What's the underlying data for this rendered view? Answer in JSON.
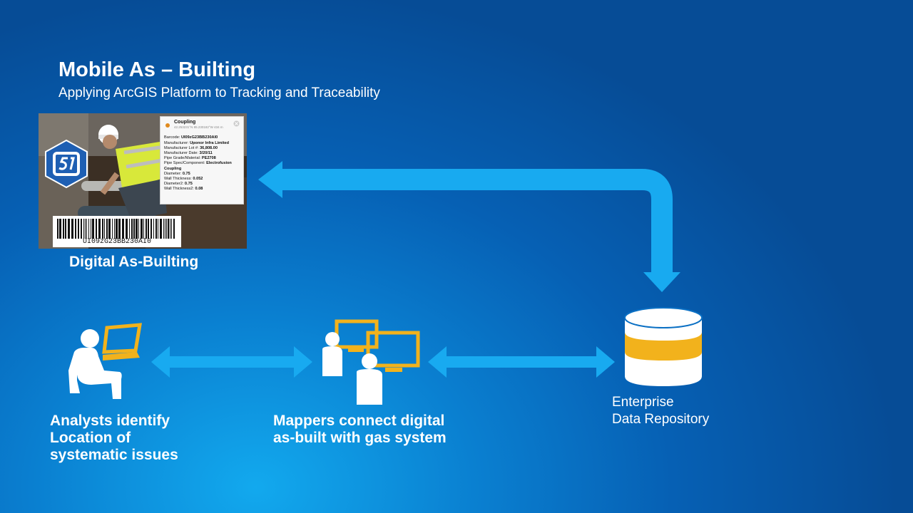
{
  "slide": {
    "title": "Mobile As – Builting",
    "subtitle": "Applying ArcGIS Platform to Tracking and Traceability"
  },
  "photo": {
    "caption": "Digital As-Builting",
    "popup": {
      "title": "Coupling",
      "coords": "42.253231°N 85.230182°W",
      "accuracy": "434 m",
      "rows": [
        {
          "k": "Barcode:",
          "v": "UI09zG23BB230AI0"
        },
        {
          "k": "Manufacturer:",
          "v": "Uponor Infra Limited"
        },
        {
          "k": "Manufacturer Lot #:",
          "v": "36,808.00"
        },
        {
          "k": "Manufacturer Date:",
          "v": "3/20/11"
        },
        {
          "k": "Pipe Grade/Material:",
          "v": "PE2708"
        },
        {
          "k": "Pipe Spec/Component:",
          "v": "Electrofusion Coupling"
        },
        {
          "k": "Diameter:",
          "v": "0.75"
        },
        {
          "k": "Wall Thickness:",
          "v": "0.052"
        },
        {
          "k": "Diameter2:",
          "v": "0.75"
        },
        {
          "k": "Wall Thickness2:",
          "v": "0.08"
        }
      ]
    },
    "barcode_text": "UI09zG23BB230AI0"
  },
  "nodes": {
    "analysts": "Analysts identify\nLocation of\nsystematic issues",
    "mappers": "Mappers connect digital\nas-built with gas system",
    "repository": "Enterprise\nData Repository"
  },
  "colors": {
    "arrow": "#18aaf0",
    "accent": "#f2b21c",
    "icon": "#ffffff"
  },
  "icons": [
    "survey123-icon",
    "analyst-at-laptop-icon",
    "mappers-at-monitors-icon",
    "database-icon"
  ]
}
